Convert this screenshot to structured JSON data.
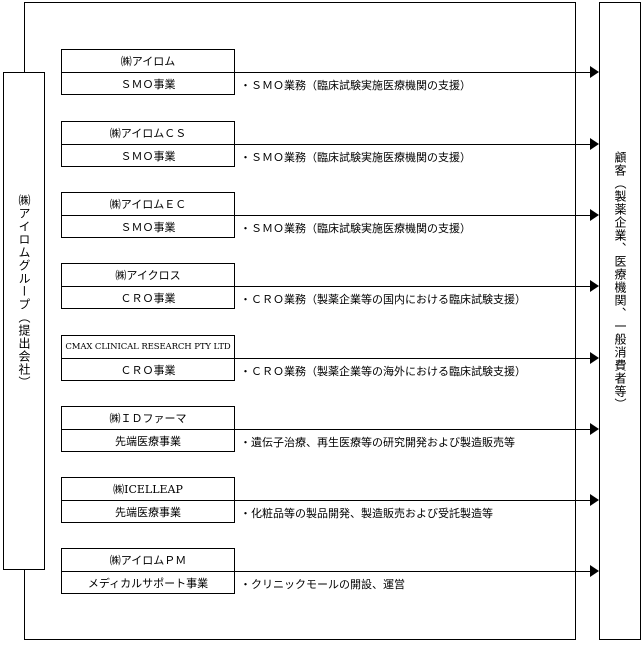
{
  "left_box": {
    "label": "㈱アイロムグループ（提出会社）"
  },
  "right_box": {
    "label": "顧客（製薬企業、医療機関、一般消費者等）"
  },
  "rows": [
    {
      "company": "㈱アイロム",
      "business": "ＳＭＯ事業",
      "description": "・ＳＭＯ業務（臨床試験実施医療機関の支援）"
    },
    {
      "company": "㈱アイロムＣＳ",
      "business": "ＳＭＯ事業",
      "description": "・ＳＭＯ業務（臨床試験実施医療機関の支援）"
    },
    {
      "company": "㈱アイロムＥＣ",
      "business": "ＳＭＯ事業",
      "description": "・ＳＭＯ業務（臨床試験実施医療機関の支援）"
    },
    {
      "company": "㈱アイクロス",
      "business": "ＣＲＯ事業",
      "description": "・ＣＲＯ業務（製薬企業等の国内における臨床試験支援）"
    },
    {
      "company": "CMAX CLINICAL RESEARCH PTY LTD",
      "business": "ＣＲＯ事業",
      "description": "・ＣＲＯ業務（製薬企業等の海外における臨床試験支援）"
    },
    {
      "company": "㈱ＩＤファーマ",
      "business": "先端医療事業",
      "description": "・遺伝子治療、再生医療等の研究開発および製造販売等"
    },
    {
      "company": "㈱ICELLEAP",
      "business": "先端医療事業",
      "description": "・化粧品等の製品開発、製造販売および受託製造等"
    },
    {
      "company": "㈱アイロムＰＭ",
      "business": "メディカルサポート事業",
      "description": "・クリニックモールの開設、運営"
    }
  ]
}
